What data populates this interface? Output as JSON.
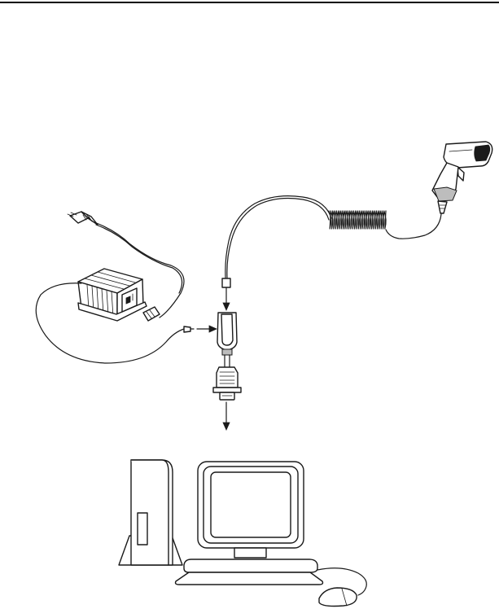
{
  "figure": {
    "components": [
      "handheld-scanner",
      "coiled-cable",
      "cable-connector",
      "interface-cable",
      "power-supply",
      "power-plug",
      "computer-tower",
      "monitor",
      "keyboard",
      "mouse"
    ],
    "arrows": 3
  }
}
